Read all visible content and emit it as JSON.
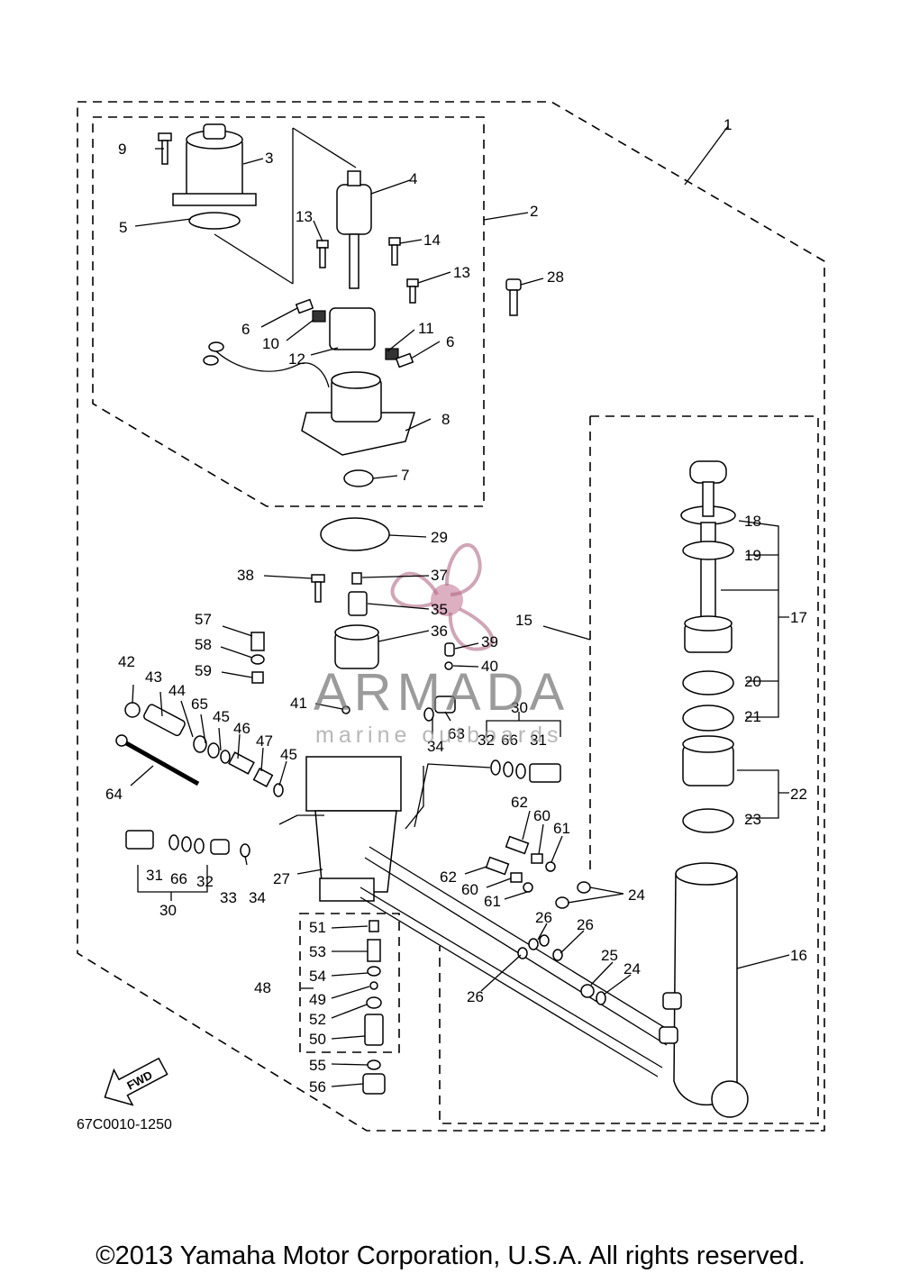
{
  "labels": [
    "1",
    "2",
    "3",
    "4",
    "5",
    "6",
    "6",
    "7",
    "8",
    "9",
    "10",
    "11",
    "12",
    "13",
    "13",
    "14",
    "15",
    "16",
    "17",
    "18",
    "19",
    "20",
    "21",
    "22",
    "23",
    "24",
    "24",
    "24",
    "25",
    "26",
    "26",
    "26",
    "27",
    "28",
    "29",
    "30",
    "30",
    "31",
    "31",
    "32",
    "32",
    "33",
    "34",
    "34",
    "35",
    "36",
    "37",
    "38",
    "39",
    "40",
    "41",
    "42",
    "43",
    "44",
    "45",
    "45",
    "46",
    "47",
    "48",
    "49",
    "50",
    "51",
    "52",
    "53",
    "54",
    "55",
    "56",
    "57",
    "58",
    "59",
    "60",
    "60",
    "61",
    "61",
    "62",
    "62",
    "63",
    "64",
    "65",
    "66",
    "66"
  ],
  "fwd_label": "FWD",
  "watermark": {
    "brand": "ARMADA",
    "tagline": "marine outboards"
  },
  "diagram_code": "67C0010-1250",
  "copyright": "©2013 Yamaha Motor Corporation, U.S.A. All rights reserved."
}
